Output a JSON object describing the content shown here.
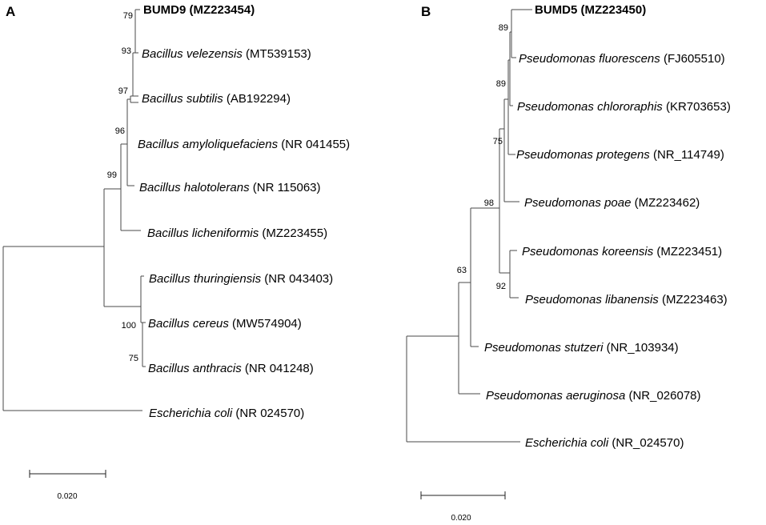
{
  "panels": [
    {
      "id": "A",
      "label": "A",
      "taxa": [
        {
          "key": "bumd9",
          "name": "BUMD9 (MZ223454)",
          "genus_species": "",
          "accession": "",
          "bold": true
        },
        {
          "key": "velezensis",
          "name": "",
          "genus_species": "Bacillus velezensis",
          "accession": " (MT539153)",
          "bold": false
        },
        {
          "key": "subtilis",
          "name": "",
          "genus_species": "Bacillus subtilis",
          "accession": " (AB192294)",
          "bold": false
        },
        {
          "key": "amylo",
          "name": "",
          "genus_species": "Bacillus amyloliquefaciens",
          "accession": " (NR 041455)",
          "bold": false
        },
        {
          "key": "halo",
          "name": "",
          "genus_species": "Bacillus halotolerans",
          "accession": " (NR 115063)",
          "bold": false
        },
        {
          "key": "licheni",
          "name": "",
          "genus_species": "Bacillus licheniformis",
          "accession": " (MZ223455)",
          "bold": false
        },
        {
          "key": "thuring",
          "name": "",
          "genus_species": "Bacillus thuringiensis",
          "accession": " (NR 043403)",
          "bold": false
        },
        {
          "key": "cereus",
          "name": "",
          "genus_species": "Bacillus cereus",
          "accession": " (MW574904)",
          "bold": false
        },
        {
          "key": "anthracis",
          "name": "",
          "genus_species": "Bacillus anthracis",
          "accession": " (NR 041248)",
          "bold": false
        },
        {
          "key": "ecoli",
          "name": "",
          "genus_species": "Escherichia coli",
          "accession": " (NR 024570)",
          "bold": false
        }
      ],
      "bootstrap": [
        "79",
        "93",
        "97",
        "96",
        "99",
        "100",
        "75"
      ],
      "scale_label": "0.020"
    },
    {
      "id": "B",
      "label": "B",
      "taxa": [
        {
          "key": "bumd5",
          "name": "BUMD5 (MZ223450)",
          "genus_species": "",
          "accession": "",
          "bold": true
        },
        {
          "key": "fluor",
          "name": "",
          "genus_species": "Pseudomonas fluorescens",
          "accession": " (FJ605510)",
          "bold": false
        },
        {
          "key": "chloro",
          "name": "",
          "genus_species": "Pseudomonas chlororaphis",
          "accession": " (KR703653)",
          "bold": false
        },
        {
          "key": "protegens",
          "name": "",
          "genus_species": "Pseudomonas protegens",
          "accession": " (NR_114749)",
          "bold": false
        },
        {
          "key": "poae",
          "name": "",
          "genus_species": "Pseudomonas poae",
          "accession": " (MZ223462)",
          "bold": false
        },
        {
          "key": "koreensis",
          "name": "",
          "genus_species": "Pseudomonas koreensis",
          "accession": " (MZ223451)",
          "bold": false
        },
        {
          "key": "libanensis",
          "name": "",
          "genus_species": "Pseudomonas libanensis",
          "accession": " (MZ223463)",
          "bold": false
        },
        {
          "key": "stutzeri",
          "name": "",
          "genus_species": "Pseudomonas stutzeri",
          "accession": " (NR_103934)",
          "bold": false
        },
        {
          "key": "aeruginosa",
          "name": "",
          "genus_species": "Pseudomonas aeruginosa",
          "accession": " (NR_026078)",
          "bold": false
        },
        {
          "key": "ecoli",
          "name": "",
          "genus_species": "Escherichia coli",
          "accession": " (NR_024570)",
          "bold": false
        }
      ],
      "bootstrap": [
        "89",
        "89",
        "75",
        "98",
        "92",
        "63"
      ],
      "scale_label": "0.020"
    }
  ]
}
